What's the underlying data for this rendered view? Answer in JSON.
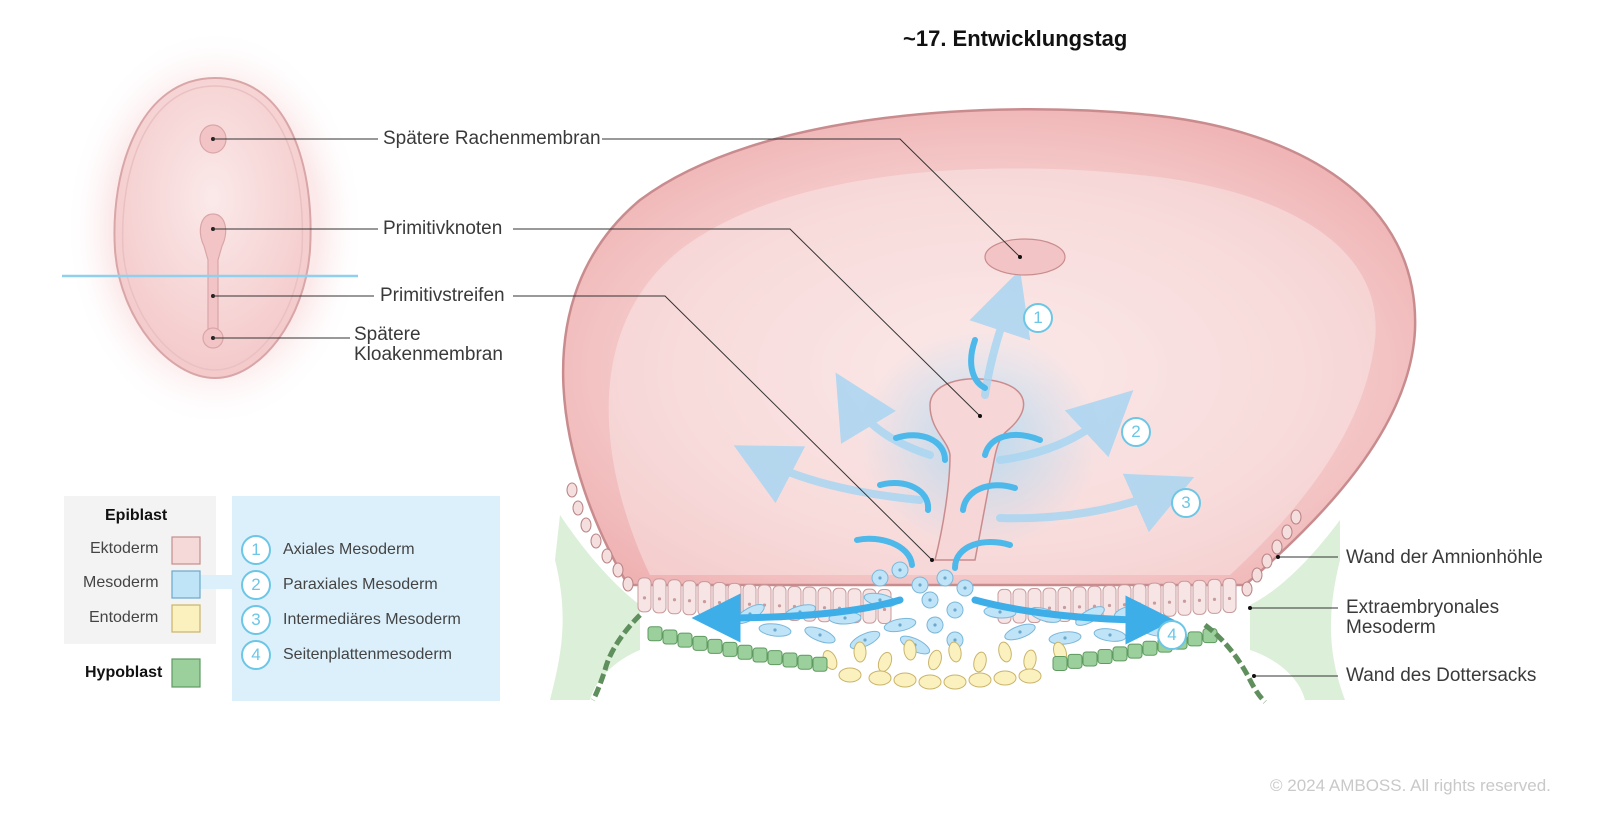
{
  "title": "~17. Entwicklungstag",
  "labels": {
    "rachenmembran": "Spätere Rachenmembran",
    "primitivknoten": "Primitivknoten",
    "primitivstreifen": "Primitivstreifen",
    "kloakenmembran_line1": "Spätere",
    "kloakenmembran_line2": "Kloakenmembran",
    "amnion": "Wand der Amnionhöhle",
    "extraembryonal_line1": "Extraembryonales",
    "extraembryonal_line2": "Mesoderm",
    "dottersack": "Wand des Dottersacks"
  },
  "legend": {
    "epiblast": "Epiblast",
    "ektoderm": "Ektoderm",
    "mesoderm": "Mesoderm",
    "entoderm": "Entoderm",
    "hypoblast": "Hypoblast",
    "mesoderm_types": [
      {
        "num": "1",
        "label": "Axiales Mesoderm"
      },
      {
        "num": "2",
        "label": "Paraxiales Mesoderm"
      },
      {
        "num": "3",
        "label": "Intermediäres Mesoderm"
      },
      {
        "num": "4",
        "label": "Seitenplattenmesoderm"
      }
    ]
  },
  "markers": [
    "1",
    "2",
    "3",
    "4"
  ],
  "colors": {
    "ektoderm": "#f5d9d9",
    "mesoderm": "#bfe3f7",
    "entoderm": "#fbf1bf",
    "hypoblast": "#9bcf9b",
    "accent": "#4db8ea"
  },
  "copyright": "© 2024 AMBOSS. All rights reserved."
}
